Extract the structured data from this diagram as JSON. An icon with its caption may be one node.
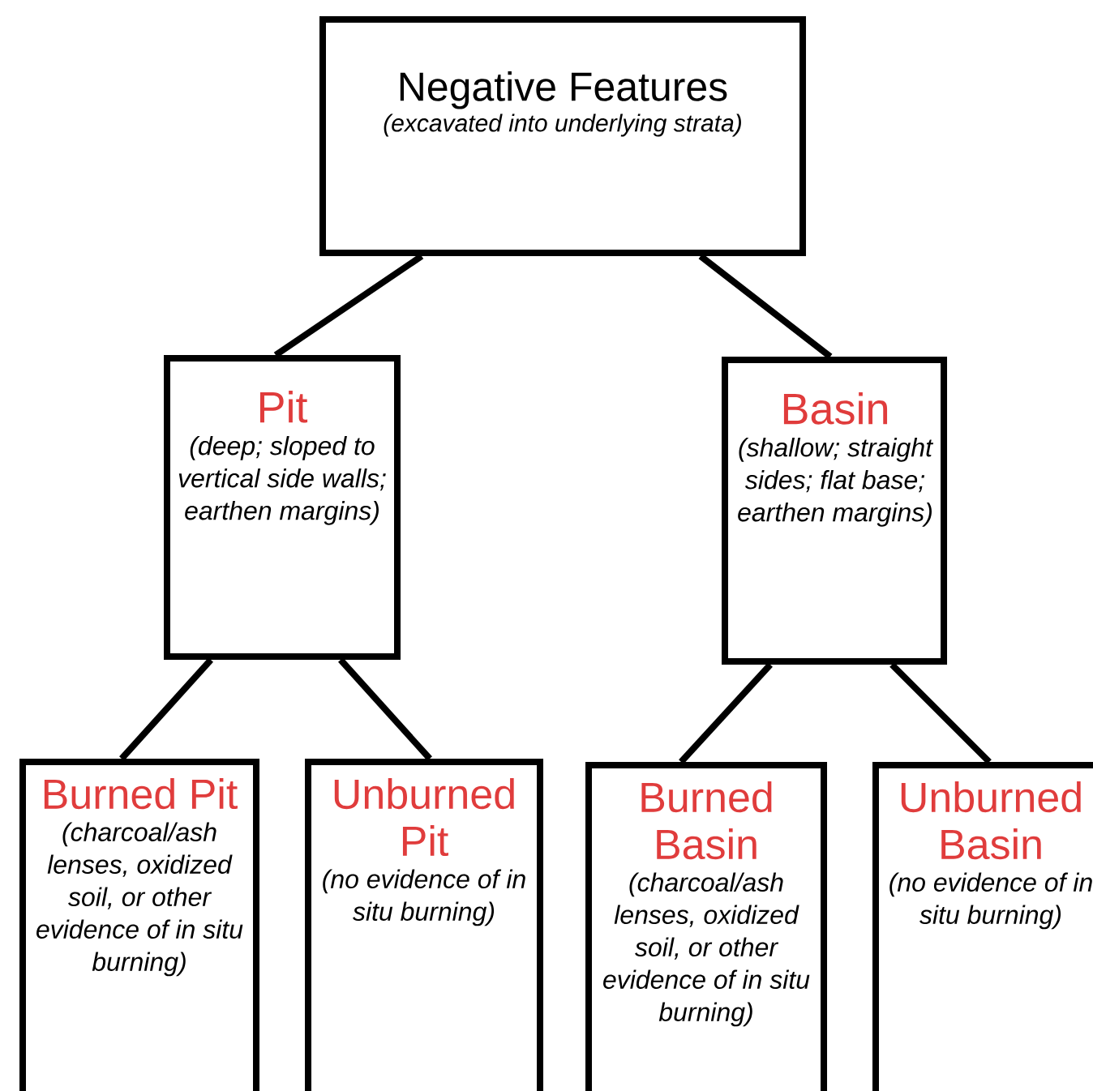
{
  "diagram": {
    "nodes": [
      {
        "text": [
          "Negative Features",
          "(excavated into underlying strata)"
        ]
      },
      {
        "text": [
          "Pit",
          "(deep; sloped to vertical side walls; earthen margins)"
        ]
      },
      {
        "text": [
          "Basin",
          "(shallow; straight sides; flat base; earthen margins)"
        ]
      },
      {
        "text": [
          "Burned Pit",
          "(charcoal/ash lenses, oxidized soil, or other evidence of in situ burning)"
        ]
      },
      {
        "text": [
          "Unburned Pit",
          "(no evidence of in situ burning)"
        ]
      },
      {
        "text": [
          "Burned Basin",
          "(charcoal/ash lenses, oxidized soil, or other evidence of in situ burning)"
        ]
      },
      {
        "text": [
          "Unburned Basin",
          "(no evidence of in situ burning)"
        ]
      }
    ],
    "edges": [
      {
        "from": 0,
        "to": 1,
        "arrow": "none"
      },
      {
        "from": 0,
        "to": 2,
        "arrow": "none"
      },
      {
        "from": 1,
        "to": 3,
        "arrow": "none"
      },
      {
        "from": 1,
        "to": 4,
        "arrow": "none"
      },
      {
        "from": 2,
        "to": 5,
        "arrow": "none"
      },
      {
        "from": 2,
        "to": 6,
        "arrow": "none"
      }
    ]
  }
}
